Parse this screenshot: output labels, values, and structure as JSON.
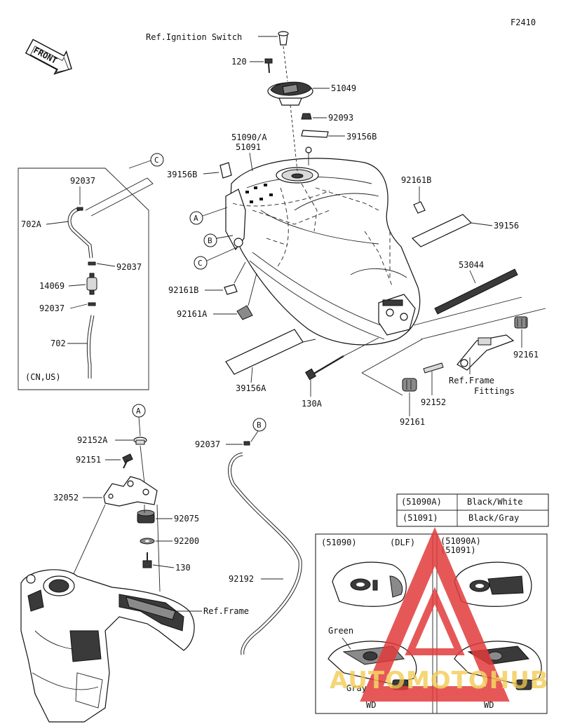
{
  "figure_code": "F2410",
  "front_label": "FRONT",
  "reference_labels": {
    "ignition_switch": "Ref.Ignition Switch",
    "frame_fittings_line1": "Ref.Frame",
    "frame_fittings_line2": "Fittings",
    "frame": "Ref.Frame"
  },
  "callout_letters": [
    "A",
    "B",
    "C"
  ],
  "part_numbers": {
    "p120": "120",
    "p51049": "51049",
    "p92093": "92093",
    "p39156B_top": "39156B",
    "p51090A": "51090/A",
    "p51091": "51091",
    "p39156B_left": "39156B",
    "p92161B_right": "92161B",
    "p39156": "39156",
    "p53044": "53044",
    "p92161B_left": "92161B",
    "p92161A": "92161A",
    "p92161_right": "92161",
    "p39156A": "39156A",
    "p130A": "130A",
    "p92152": "92152",
    "p92161_bottom": "92161",
    "p92037_a": "92037",
    "p702A": "702A",
    "p92037_b": "92037",
    "p14069": "14069",
    "p92037_c": "92037",
    "p702": "702",
    "p92152A": "92152A",
    "p92151": "92151",
    "p32052": "32052",
    "p92075": "92075",
    "p92200": "92200",
    "p130": "130",
    "p92037_d": "92037",
    "p92192": "92192"
  },
  "inset_region_note": "(CN,US)",
  "color_table": [
    {
      "code": "(51090A)",
      "color": "Black/White"
    },
    {
      "code": "(51091)",
      "color": "Black/Gray"
    }
  ],
  "variant_panels": {
    "left_code": "(51090)",
    "left_market": "(DLF)",
    "right_code_1": "(51090A)",
    "right_code_2": "(51091)",
    "color_green": "Green",
    "color_gray": "Gray",
    "wd_left": "WD",
    "wd_right": "WD"
  },
  "watermark": {
    "text": "AUTOMOTOHUB",
    "color_red": "#e23b3b",
    "color_gold": "#f2c94c"
  }
}
